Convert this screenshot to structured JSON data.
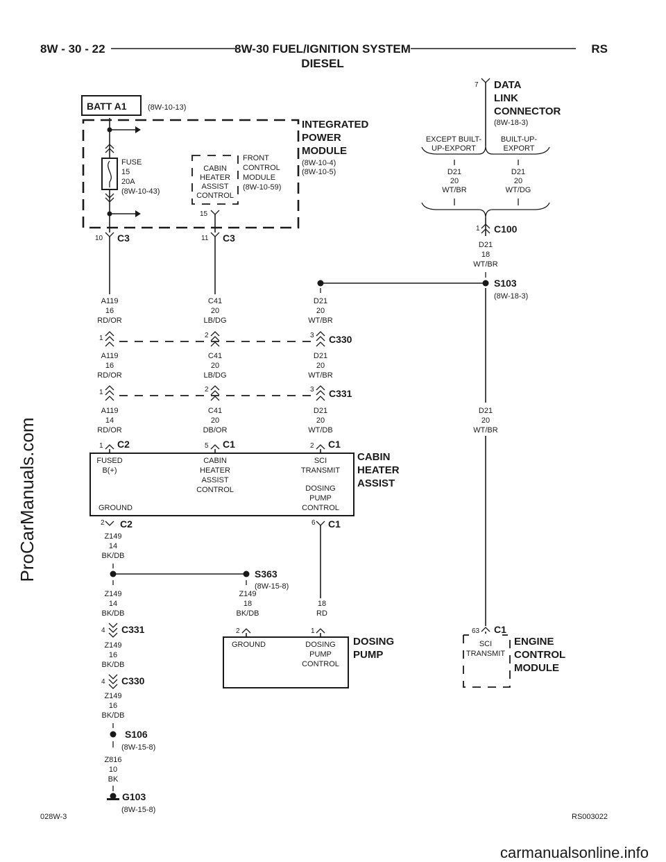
{
  "header": {
    "page_ref": "8W - 30 - 22",
    "title": "8W-30 FUEL/IGNITION SYSTEM",
    "subtitle": "DIESEL",
    "section": "RS"
  },
  "footer": {
    "left_code": "028W-3",
    "right_code": "RS003022"
  },
  "watermarks": {
    "side": "ProCarManuals.com",
    "bottom": "carmanualsonline.info"
  },
  "batt": {
    "label": "BATT A1",
    "ref": "(8W-10-13)"
  },
  "ipm": {
    "title_l1": "INTEGRATED",
    "title_l2": "POWER",
    "title_l3": "MODULE",
    "ref1": "(8W-10-4)",
    "ref2": "(8W-10-5)"
  },
  "fuse": {
    "l1": "FUSE",
    "l2": "15",
    "l3": "20A",
    "l4": "(8W-10-43)"
  },
  "chac_inner": {
    "l1": "CABIN",
    "l2": "HEATER",
    "l3": "ASSIST",
    "l4": "CONTROL",
    "pin": "15"
  },
  "fcm": {
    "l1": "FRONT",
    "l2": "CONTROL",
    "l3": "MODULE",
    "l4": "(8W-10-59)"
  },
  "c3a": {
    "pin": "10",
    "name": "C3"
  },
  "c3b": {
    "pin": "11",
    "name": "C3"
  },
  "dlc": {
    "pin": "7",
    "l1": "DATA",
    "l2": "LINK",
    "l3": "CONNECTOR",
    "ref": "(8W-18-3)"
  },
  "except": {
    "l1": "EXCEPT BUILT-",
    "l2": "UP-EXPORT"
  },
  "builtup": {
    "l1": "BUILT-UP-",
    "l2": "EXPORT"
  },
  "w_d21_wtbr_top": {
    "l1": "D21",
    "l2": "20",
    "l3": "WT/BR"
  },
  "w_d21_wtdg_top": {
    "l1": "D21",
    "l2": "20",
    "l3": "WT/DG"
  },
  "c100": {
    "pin": "1",
    "name": "C100"
  },
  "w_d21_18": {
    "l1": "D21",
    "l2": "18",
    "l3": "WT/BR"
  },
  "s103": {
    "name": "S103",
    "ref": "(8W-18-3)"
  },
  "w_a119_a": {
    "l1": "A119",
    "l2": "16",
    "l3": "RD/OR"
  },
  "w_c41_a": {
    "l1": "C41",
    "l2": "20",
    "l3": "LB/DG"
  },
  "w_d21_a": {
    "l1": "D21",
    "l2": "20",
    "l3": "WT/BR"
  },
  "c330": {
    "name": "C330",
    "p1": "1",
    "p2": "2",
    "p3": "3"
  },
  "w_a119_b": {
    "l1": "A119",
    "l2": "16",
    "l3": "RD/OR"
  },
  "w_c41_b": {
    "l1": "C41",
    "l2": "20",
    "l3": "LB/DG"
  },
  "w_d21_b": {
    "l1": "D21",
    "l2": "20",
    "l3": "WT/BR"
  },
  "c331": {
    "name": "C331",
    "p1": "1",
    "p2": "2",
    "p3": "3"
  },
  "w_a119_c": {
    "l1": "A119",
    "l2": "14",
    "l3": "RD/OR"
  },
  "w_c41_c": {
    "l1": "C41",
    "l2": "20",
    "l3": "DB/OR"
  },
  "w_d21_c": {
    "l1": "D21",
    "l2": "20",
    "l3": "WT/DB"
  },
  "w_d21_right": {
    "l1": "D21",
    "l2": "20",
    "l3": "WT/BR"
  },
  "cha_conn": {
    "c2_pin": "1",
    "c2_name": "C2",
    "c1a_pin": "5",
    "c1a_name": "C1",
    "c1b_pin": "2",
    "c1b_name": "C1"
  },
  "cha_module": {
    "title_l1": "CABIN",
    "title_l2": "HEATER",
    "title_l3": "ASSIST",
    "fused_l1": "FUSED",
    "fused_l2": "B(+)",
    "ctl_l1": "CABIN",
    "ctl_l2": "HEATER",
    "ctl_l3": "ASSIST",
    "ctl_l4": "CONTROL",
    "sci_l1": "SCI",
    "sci_l2": "TRANSMIT",
    "dp_l1": "DOSING",
    "dp_l2": "PUMP",
    "dp_l3": "CONTROL",
    "ground": "GROUND"
  },
  "cha_bottom": {
    "c2_pin": "2",
    "c2_name": "C2",
    "c1_pin": "6",
    "c1_name": "C1"
  },
  "w_z149_14a": {
    "l1": "Z149",
    "l2": "14",
    "l3": "BK/DB"
  },
  "s363": {
    "name": "S363",
    "ref": "(8W-15-8)"
  },
  "w_z149_14b": {
    "l1": "Z149",
    "l2": "14",
    "l3": "BK/DB"
  },
  "w_z149_18": {
    "l1": "Z149",
    "l2": "18",
    "l3": "BK/DB"
  },
  "w_18_rd": {
    "l1": "18",
    "l2": "RD"
  },
  "c331b": {
    "pin": "4",
    "name": "C331"
  },
  "w_z149_16a": {
    "l1": "Z149",
    "l2": "16",
    "l3": "BK/DB"
  },
  "c330b": {
    "pin": "4",
    "name": "C330"
  },
  "w_z149_16b": {
    "l1": "Z149",
    "l2": "16",
    "l3": "BK/DB"
  },
  "dosing": {
    "title_l1": "DOSING",
    "title_l2": "PUMP",
    "pin_gnd": "2",
    "pin_ctl": "1",
    "ground": "GROUND",
    "ctl_l1": "DOSING",
    "ctl_l2": "PUMP",
    "ctl_l3": "CONTROL"
  },
  "ecm": {
    "pin": "63",
    "conn": "C1",
    "title_l1": "ENGINE",
    "title_l2": "CONTROL",
    "title_l3": "MODULE",
    "sci_l1": "SCI",
    "sci_l2": "TRANSMIT"
  },
  "s106": {
    "name": "S106",
    "ref": "(8W-15-8)"
  },
  "w_z816": {
    "l1": "Z816",
    "l2": "10",
    "l3": "BK"
  },
  "g103": {
    "name": "G103",
    "ref": "(8W-15-8)"
  }
}
